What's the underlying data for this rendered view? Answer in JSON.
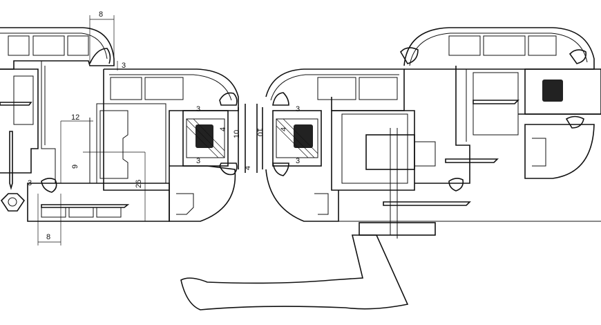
{
  "dimensions": {
    "top_left_8": "8",
    "top_left_3": "3",
    "left_12": "12",
    "left_9": "9",
    "left_26": "26",
    "left_bottom_3": "3",
    "bottom_left_8": "8",
    "glass_l_3_top": "3",
    "glass_l_4": "4",
    "glass_l_10": "10",
    "glass_l_3_bot": "3",
    "glass_l_4_bot": "4",
    "glass_r_10": "10",
    "glass_r_4": "4",
    "glass_r_3_top": "3",
    "glass_r_3_bot": "3"
  }
}
